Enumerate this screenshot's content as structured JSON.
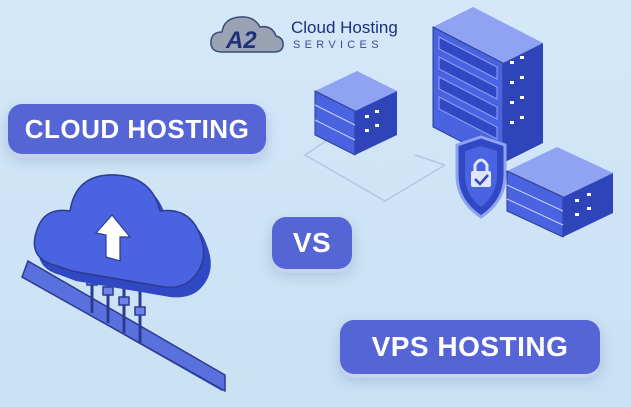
{
  "logo": {
    "mark": "A2",
    "title": "Cloud Hosting",
    "subtitle": "SERVICES"
  },
  "labels": {
    "cloud_hosting": "CLOUD HOSTING",
    "vs": "VS",
    "vps_hosting": "VPS HOSTING"
  },
  "icons": {
    "cloud": "cloud-upload-icon",
    "servers": "server-rack-icon",
    "shield": "shield-lock-icon"
  },
  "colors": {
    "background": "#cfe5f6",
    "pill": "#5565d6",
    "illustration_blue": "#4a63e0",
    "text_white": "#ffffff"
  }
}
